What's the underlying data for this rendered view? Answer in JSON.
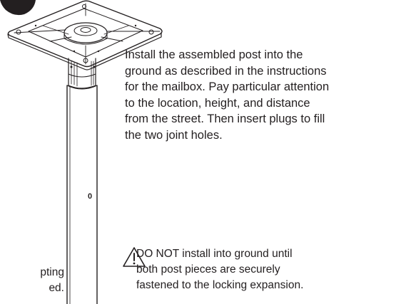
{
  "instructions": {
    "text": "Install the assembled post into the\nground as described in the instructions\nfor the mailbox. Pay particular attention\nto the location, height, and distance\nfrom the street. Then insert plugs to fill\nthe two joint holes."
  },
  "post": {
    "mark_label": "0"
  },
  "warning": {
    "icon": "warning-triangle-icon",
    "text": "DO NOT install into ground until\nboth post pieces are securely\nfastened to the locking expansion."
  },
  "left_fragment": {
    "text": "pting\ned."
  },
  "colors": {
    "ink": "#231f20",
    "paper": "#ffffff"
  }
}
